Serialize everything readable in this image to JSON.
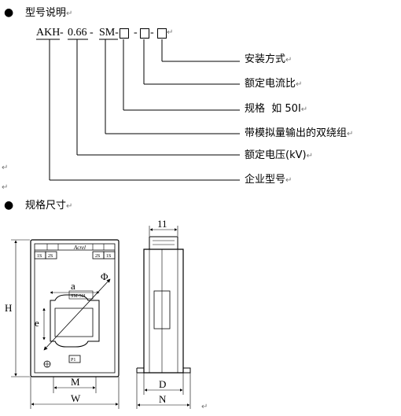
{
  "section1": {
    "bullet": "●",
    "title": "型号说明",
    "code_parts": [
      "AKH",
      "0.66",
      "SM-",
      "",
      ""
    ],
    "separators": [
      "-",
      "-",
      "-"
    ],
    "labels": [
      {
        "text": "安装方式",
        "mark": "↵"
      },
      {
        "text": "额定电流比",
        "mark": "↵"
      },
      {
        "text": "规格  如 50I",
        "mark": "↵"
      },
      {
        "text": "带模拟量输出的双绕组",
        "mark": "↵"
      },
      {
        "text": "额定电压(kV)",
        "mark": "↵"
      },
      {
        "text": "企业型号",
        "mark": "↵"
      }
    ]
  },
  "section2": {
    "bullet": "●",
    "title": "规格尺寸",
    "mark": "↵"
  },
  "empty_marks": [
    "↵",
    "↵",
    "↵"
  ],
  "drawing": {
    "front": {
      "brand": "Acrel",
      "terminal_labels": [
        "1S",
        "2S",
        "2S",
        "1S"
      ],
      "model": "SM-50I",
      "p1": "P1",
      "dims": {
        "a": "a",
        "phi": "Φ",
        "e": "e",
        "H": "H",
        "M": "M",
        "W": "W"
      }
    },
    "side": {
      "dims": {
        "top": "11",
        "D": "D",
        "N": "N"
      }
    }
  }
}
